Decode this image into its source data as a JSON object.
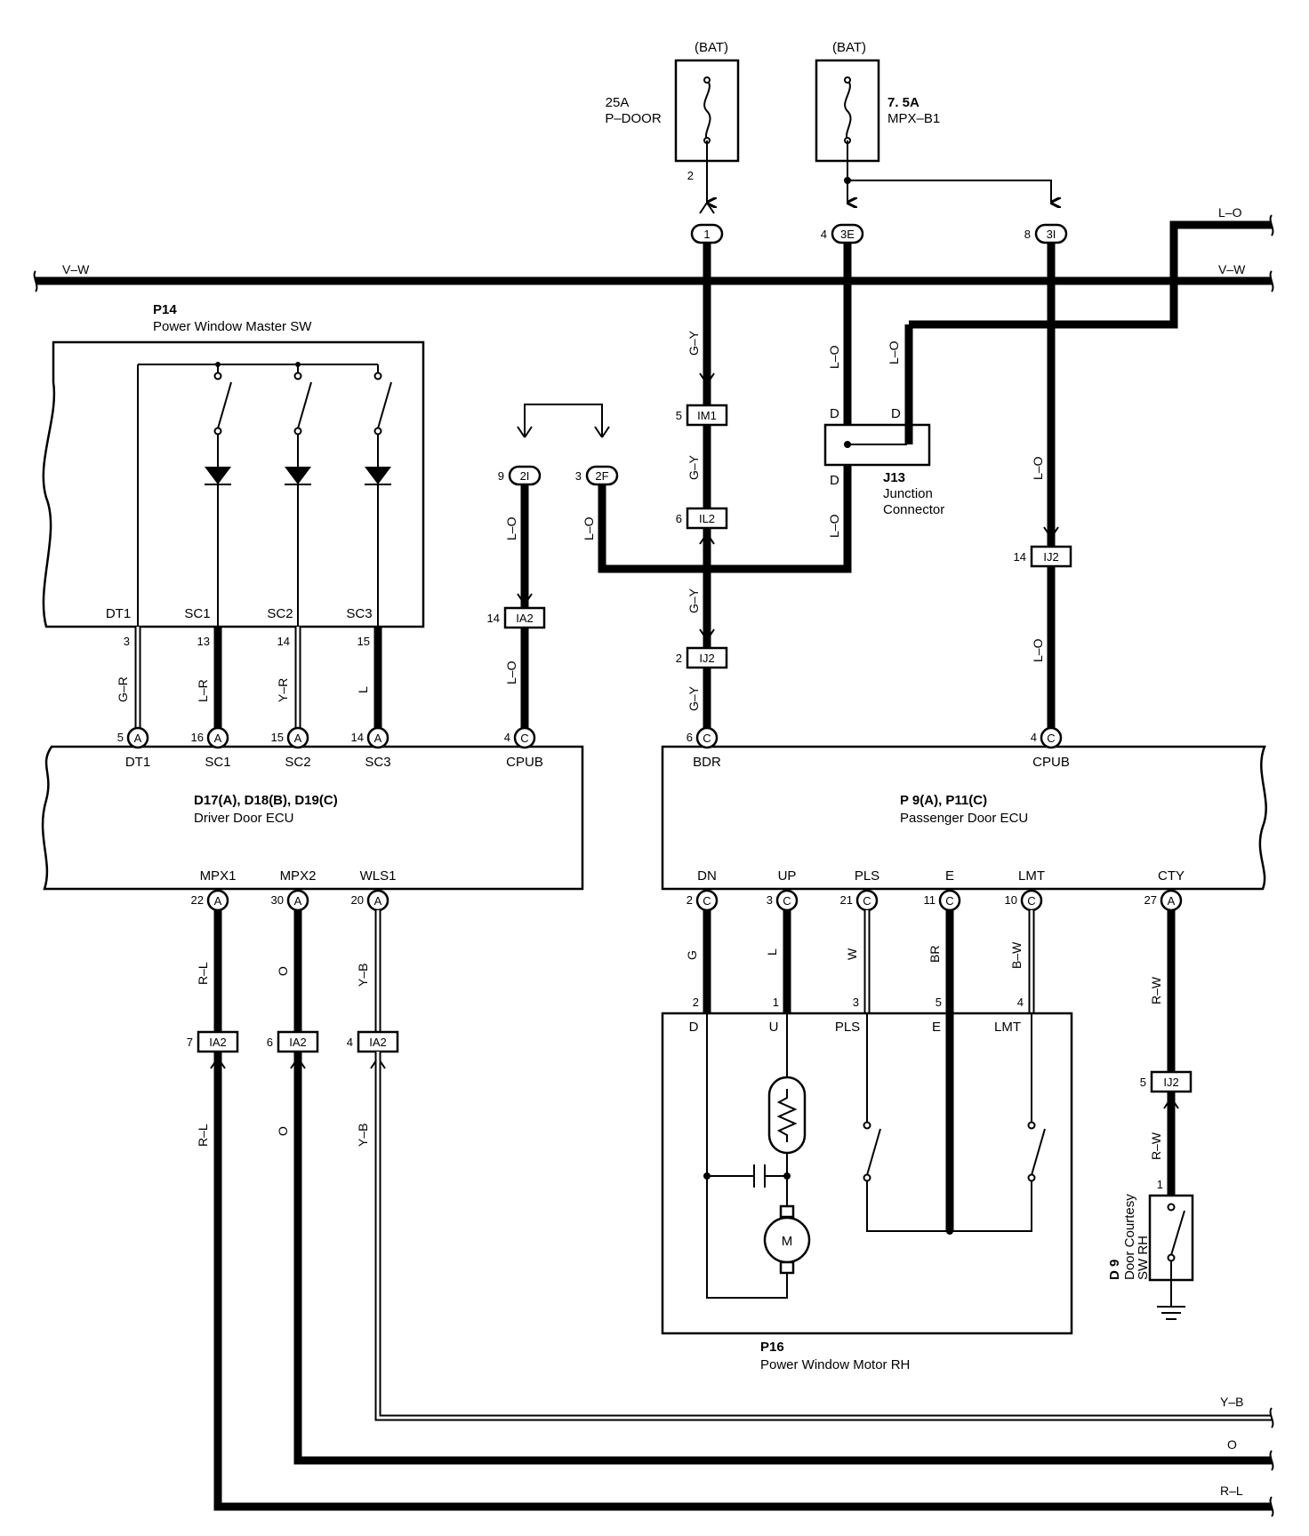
{
  "fuses": [
    {
      "supply": "(BAT)",
      "rating": "25A",
      "name": "P–DOOR",
      "pin": "2"
    },
    {
      "supply": "(BAT)",
      "rating": "7. 5A",
      "name": "MPX–B1"
    }
  ],
  "junction_connector": {
    "id": "J13",
    "name_line1": "Junction",
    "name_line2": "Connector",
    "pin": "D"
  },
  "components": {
    "master_sw": {
      "id": "P14",
      "name": "Power Window Master SW",
      "terminals": [
        "DT1",
        "SC1",
        "SC2",
        "SC3"
      ]
    },
    "driver_ecu": {
      "id": "D17(A), D18(B), D19(C)",
      "name": "Driver Door ECU",
      "top_terminals": [
        "DT1",
        "SC1",
        "SC2",
        "SC3",
        "CPUB"
      ],
      "bottom_terminals": [
        "MPX1",
        "MPX2",
        "WLS1"
      ]
    },
    "passenger_ecu": {
      "id": "P 9(A), P11(C)",
      "name": "Passenger Door ECU",
      "top_terminals": [
        "BDR",
        "CPUB"
      ],
      "bottom_terminals": [
        "DN",
        "UP",
        "PLS",
        "E",
        "LMT",
        "CTY"
      ]
    },
    "motor": {
      "id": "P16",
      "name": "Power Window Motor RH",
      "terminals": [
        "D",
        "U",
        "PLS",
        "E",
        "LMT"
      ],
      "motor_label": "M"
    },
    "courtesy_sw": {
      "id": "D 9",
      "name_line1": "Door Courtesy",
      "name_line2": "SW RH",
      "pin": "1"
    }
  },
  "connectors": {
    "c1": {
      "label": "1"
    },
    "c3e": {
      "pin": "4",
      "label": "3E"
    },
    "c3i": {
      "pin": "8",
      "label": "3I"
    },
    "c2i": {
      "pin": "9",
      "label": "2I"
    },
    "c2f": {
      "pin": "3",
      "label": "2F"
    },
    "im1": {
      "pin": "5",
      "label": "IM1"
    },
    "il2": {
      "pin": "6",
      "label": "IL2"
    },
    "ij2a": {
      "pin": "2",
      "label": "IJ2"
    },
    "ia2a": {
      "pin": "14",
      "label": "IA2"
    },
    "ij2b": {
      "pin": "14",
      "label": "IJ2"
    },
    "ia2b": {
      "pin": "7",
      "label": "IA2"
    },
    "ia2c": {
      "pin": "6",
      "label": "IA2"
    },
    "ia2d": {
      "pin": "4",
      "label": "IA2"
    },
    "ij2c": {
      "pin": "5",
      "label": "IJ2"
    }
  },
  "ecu_pins": {
    "d_dt1": {
      "pin": "5",
      "letter": "A"
    },
    "d_sc1": {
      "pin": "16",
      "letter": "A"
    },
    "d_sc2": {
      "pin": "15",
      "letter": "A"
    },
    "d_sc3": {
      "pin": "14",
      "letter": "A"
    },
    "d_cpub": {
      "pin": "4",
      "letter": "C"
    },
    "p_bdr": {
      "pin": "6",
      "letter": "C"
    },
    "p_cpub": {
      "pin": "4",
      "letter": "C"
    },
    "d_mpx1": {
      "pin": "22",
      "letter": "A"
    },
    "d_mpx2": {
      "pin": "30",
      "letter": "A"
    },
    "d_wls1": {
      "pin": "20",
      "letter": "A"
    },
    "p_dn": {
      "pin": "2",
      "letter": "C"
    },
    "p_up": {
      "pin": "3",
      "letter": "C"
    },
    "p_pls": {
      "pin": "21",
      "letter": "C"
    },
    "p_e": {
      "pin": "11",
      "letter": "C"
    },
    "p_lmt": {
      "pin": "10",
      "letter": "C"
    },
    "p_cty": {
      "pin": "27",
      "letter": "A"
    }
  },
  "pin_numbers": {
    "sw_dt1": "3",
    "sw_sc1": "13",
    "sw_sc2": "14",
    "sw_sc3": "15",
    "m_d": "2",
    "m_u": "1",
    "m_pls": "3",
    "m_e": "5",
    "m_lmt": "4"
  },
  "wire_colors": {
    "vw": "V–W",
    "lo": "L–O",
    "gy": "G–Y",
    "gr": "G–R",
    "lr": "L–R",
    "yr": "Y–R",
    "l": "L",
    "rl": "R–L",
    "o": "O",
    "yb": "Y–B",
    "g": "G",
    "w": "W",
    "br": "BR",
    "bw": "B–W",
    "rw": "R–W"
  }
}
